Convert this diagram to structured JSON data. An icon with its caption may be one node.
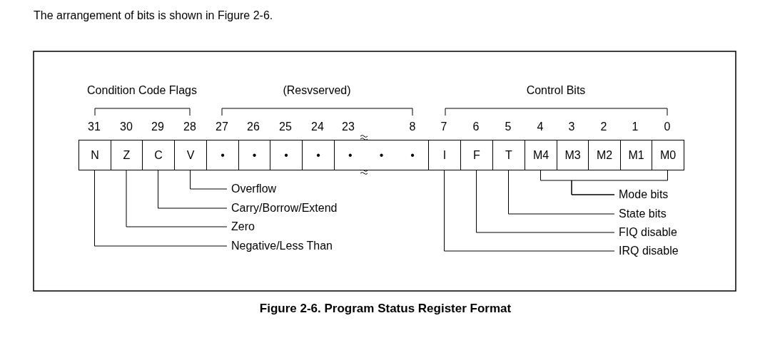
{
  "diagram": {
    "caption": "Figure 2-6. Program Status Register Format",
    "nodes": [
      {
        "text": [
          "N"
        ]
      },
      {
        "text": [
          "Z"
        ]
      },
      {
        "text": [
          "C"
        ]
      },
      {
        "text": [
          "V"
        ]
      },
      {
        "text": [
          "•"
        ]
      },
      {
        "text": [
          "•"
        ]
      },
      {
        "text": [
          "•"
        ]
      },
      {
        "text": [
          "•"
        ]
      },
      {
        "text": [
          "•",
          "•",
          "•"
        ]
      },
      {
        "text": [
          "I"
        ]
      },
      {
        "text": [
          "F"
        ]
      },
      {
        "text": [
          "T"
        ]
      },
      {
        "text": [
          "M4"
        ]
      },
      {
        "text": [
          "M3"
        ]
      },
      {
        "text": [
          "M2"
        ]
      },
      {
        "text": [
          "M1"
        ]
      },
      {
        "text": [
          "M0"
        ]
      },
      {
        "text": [
          "Overflow"
        ]
      },
      {
        "text": [
          "Carry/Borrow/Extend"
        ]
      },
      {
        "text": [
          "Zero"
        ]
      },
      {
        "text": [
          "Negative/Less Than"
        ]
      },
      {
        "text": [
          "Mode bits"
        ]
      },
      {
        "text": [
          "State bits"
        ]
      },
      {
        "text": [
          "FIQ disable"
        ]
      },
      {
        "text": [
          "IRQ disable"
        ]
      }
    ],
    "edges": [
      {
        "from": 3,
        "to": 17,
        "arrow": "none"
      },
      {
        "from": 2,
        "to": 18,
        "arrow": "none"
      },
      {
        "from": 1,
        "to": 19,
        "arrow": "none"
      },
      {
        "from": 0,
        "to": 20,
        "arrow": "none"
      },
      {
        "from": 12,
        "to": 21,
        "arrow": "none"
      },
      {
        "from": 16,
        "to": 21,
        "arrow": "none"
      },
      {
        "from": 11,
        "to": 22,
        "arrow": "none"
      },
      {
        "from": 10,
        "to": 23,
        "arrow": "none"
      },
      {
        "from": 9,
        "to": 24,
        "arrow": "none"
      }
    ],
    "labels": [
      "The arrangement of bits is shown in Figure 2-6.",
      "Condition Code Flags",
      "(Resvserved)",
      "Control Bits",
      "31",
      "30",
      "29",
      "28",
      "27",
      "26",
      "25",
      "24",
      "23",
      "8",
      "7",
      "6",
      "5",
      "4",
      "3",
      "2",
      "1",
      "0"
    ]
  }
}
